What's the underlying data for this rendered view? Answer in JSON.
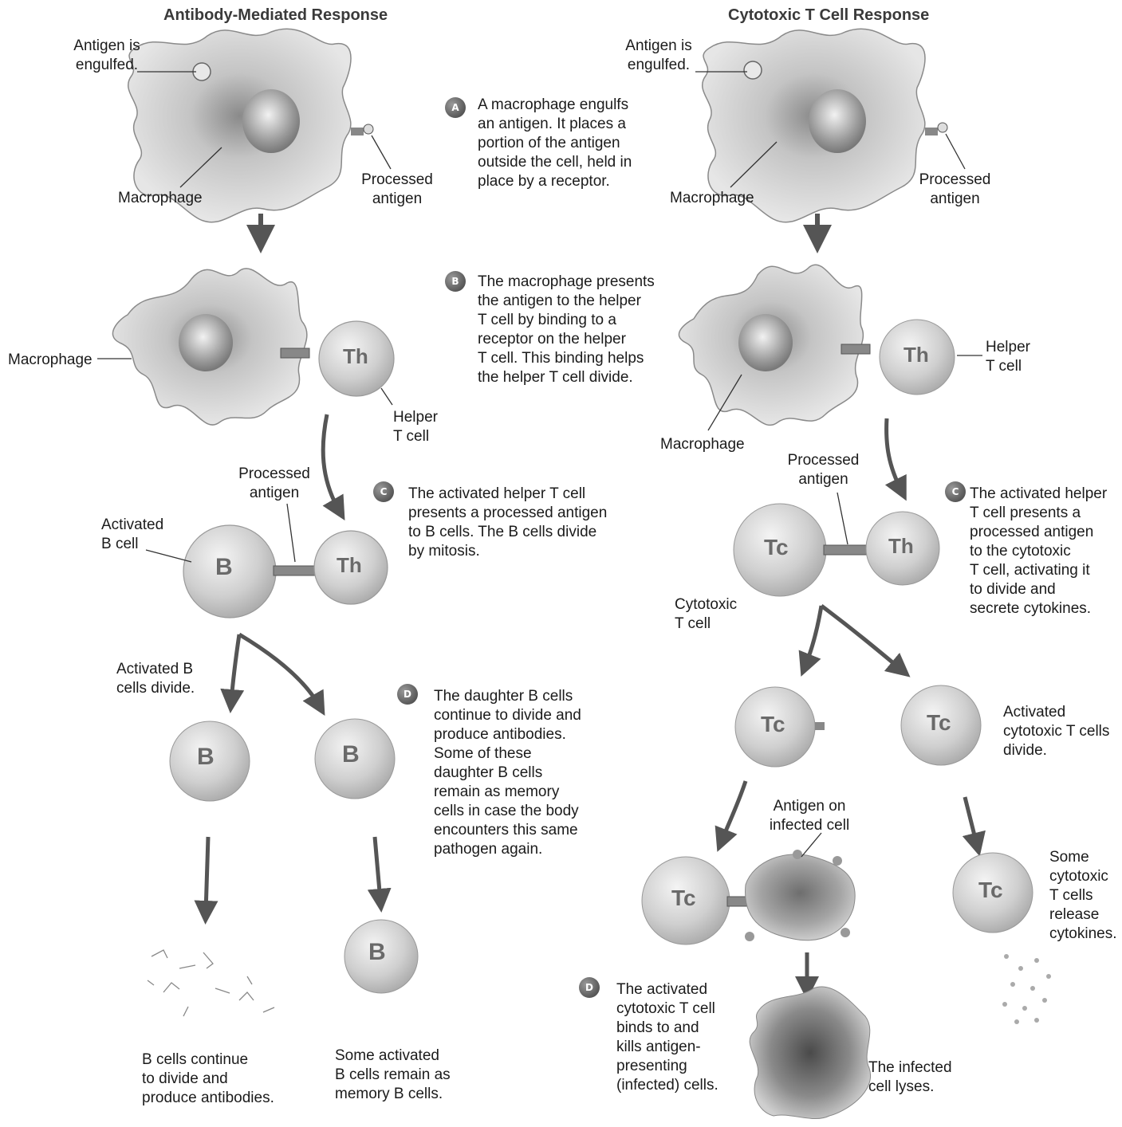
{
  "headings": {
    "left": "Antibody-Mediated Response",
    "right": "Cytotoxic T Cell Response"
  },
  "left": {
    "antigen_engulfed": "Antigen is\nengulfed.",
    "macrophage_1": "Macrophage",
    "processed_antigen_1": "Processed\nantigen",
    "macrophage_2": "Macrophage",
    "helper_t_cell": "Helper\nT cell",
    "processed_antigen_2": "Processed\nantigen",
    "activated_b_cell": "Activated\nB cell",
    "activated_b_cells_divide": "Activated B\ncells divide.",
    "b_cells_continue": "B cells continue\nto divide and\nproduce antibodies.",
    "memory_b_cells": "Some activated\nB cells remain as\nmemory B cells."
  },
  "right": {
    "antigen_engulfed": "Antigen is\nengulfed.",
    "macrophage_1": "Macrophage",
    "processed_antigen_1": "Processed\nantigen",
    "helper_t_cell": "Helper\nT cell",
    "macrophage_2": "Macrophage",
    "processed_antigen_2": "Processed\nantigen",
    "cytotoxic_t_cell": "Cytotoxic\nT cell",
    "activated_cytotoxic_divide": "Activated\ncytotoxic T cells\ndivide.",
    "antigen_on_infected": "Antigen on\ninfected cell",
    "some_release": "Some\ncytotoxic\nT cells\nrelease\ncytokines.",
    "infected_lyses": "The infected\ncell lyses."
  },
  "steps": {
    "a": {
      "badge": "A",
      "text": "A macrophage engulfs\nan antigen. It places a\nportion of the antigen\noutside the cell, held in\nplace by a receptor."
    },
    "b": {
      "badge": "B",
      "text": "The macrophage presents\nthe antigen to the helper\nT cell by binding to a\nreceptor on the helper\nT cell. This binding helps\nthe helper T cell divide."
    },
    "c_left": {
      "badge": "C",
      "text": "The activated helper T cell\npresents a processed antigen\nto B cells. The B cells divide\nby mitosis."
    },
    "d_left": {
      "badge": "D",
      "text": "The daughter B cells\ncontinue to divide and\nproduce antibodies.\nSome of these\ndaughter B cells\nremain as memory\ncells in case the body\nencounters this same\npathogen again."
    },
    "c_right": {
      "badge": "C",
      "text": "The activated helper\nT cell presents a\nprocessed antigen\nto the cytotoxic\nT cell, activating it\nto divide and\nsecrete cytokines."
    },
    "d_right": {
      "badge": "D",
      "text": "The activated\ncytotoxic T cell\nbinds to and\nkills antigen-\npresenting\n(infected) cells."
    }
  },
  "cell_letters": {
    "b": "B",
    "th": "Th",
    "tc": "Tc"
  },
  "colors": {
    "cell_fill": "#c8c8c8",
    "cell_dark": "#6a6a6a",
    "arrow": "#555555",
    "badge": "#4a4a4a"
  }
}
